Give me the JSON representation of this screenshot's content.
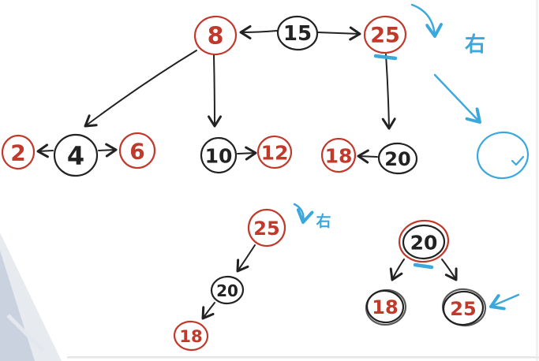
{
  "colors": {
    "ink_red": "#c0392b",
    "ink_black": "#222222",
    "ink_blue": "#3aa8dc",
    "smudge": "#c9d2de",
    "background": "#ffffff"
  },
  "main_tree": {
    "n15": {
      "label": "15"
    },
    "n8": {
      "label": "8"
    },
    "n25": {
      "label": "25"
    },
    "n2": {
      "label": "2"
    },
    "n4": {
      "label": "4"
    },
    "n6": {
      "label": "6"
    },
    "n10": {
      "label": "10"
    },
    "n12": {
      "label": "12"
    },
    "n18": {
      "label": "18"
    },
    "n20": {
      "label": "20"
    }
  },
  "annotations": {
    "right_top": "右",
    "right_mid": "右"
  },
  "left_chain": {
    "top": {
      "label": "25"
    },
    "middle": {
      "label": "20"
    },
    "bottom": {
      "label": "18"
    }
  },
  "right_subtree": {
    "root": {
      "label": "20"
    },
    "left": {
      "label": "18"
    },
    "right": {
      "label": "25"
    }
  }
}
